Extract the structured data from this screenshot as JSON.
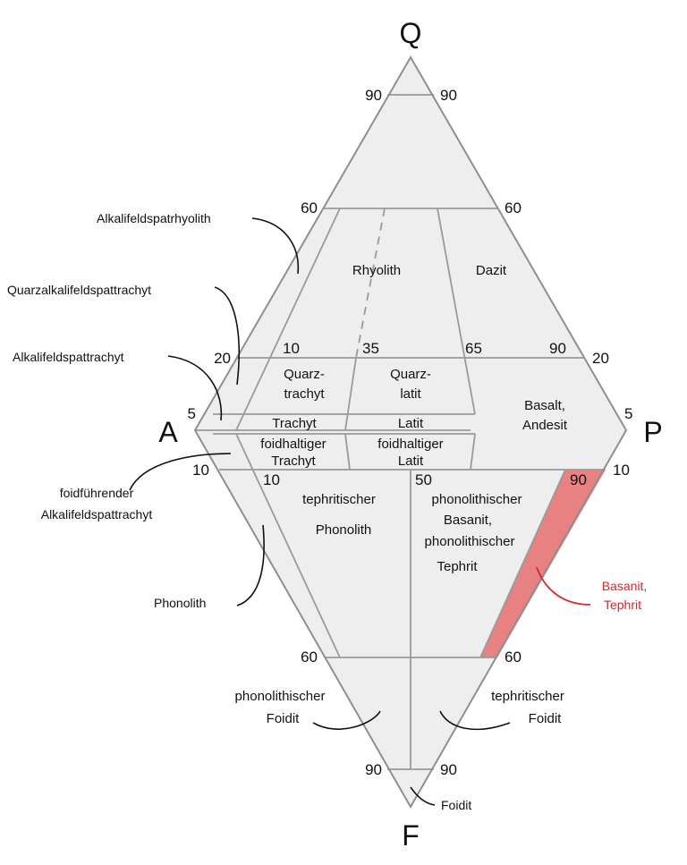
{
  "vertices": {
    "q": "Q",
    "a": "A",
    "p": "P",
    "f": "F"
  },
  "ticks": {
    "q90_left": "90",
    "q90_right": "90",
    "q60_left": "60",
    "q60_right": "60",
    "q20_left": "20",
    "q20_right": "20",
    "q5_left": "5",
    "q5_right": "5",
    "p10": "10",
    "p35": "35",
    "p65": "65",
    "p90": "90",
    "f10_left": "10",
    "f10_right": "10",
    "p10_lower": "10",
    "p50_lower": "50",
    "p90_lower": "90",
    "f60_left": "60",
    "f60_right": "60",
    "f90_left": "90",
    "f90_right": "90"
  },
  "fields": {
    "rhyolith": "Rhyolith",
    "dazit": "Dazit",
    "quarztrachyt": [
      "Quarz-",
      "trachyt"
    ],
    "quarzlatit": [
      "Quarz-",
      "latit"
    ],
    "basalt_andesit": [
      "Basalt,",
      "Andesit"
    ],
    "trachyt": "Trachyt",
    "latit": "Latit",
    "foid_trachyt": [
      "foidhaltiger",
      "Trachyt"
    ],
    "foid_latit": [
      "foidhaltiger",
      "Latit"
    ],
    "teph_phonolith": [
      "tephritischer",
      "Phonolith"
    ],
    "phon_basanit": [
      "phonolithischer",
      "Basanit,",
      "phonolithischer",
      "Tephrit"
    ],
    "phon_foidit": [
      "phonolithischer",
      "Foidit"
    ],
    "teph_foidit": [
      "tephritischer",
      "Foidit"
    ],
    "foidit": "Foidit"
  },
  "outside_labels": {
    "alkali_rhyolith": "Alkalifeldspatrhyolith",
    "quarz_alkali_trachyt": "Quarzalkalifeldspattrachyt",
    "alkali_trachyt": "Alkalifeldspattrachyt",
    "foid_alkali_trachyt": [
      "foidführender",
      "Alkalifeldspattrachyt"
    ],
    "phonolith": "Phonolith"
  },
  "highlight": {
    "label": [
      "Basanit,",
      "Tephrit"
    ],
    "fill_color": "#e88282",
    "label_color": "#d8262c"
  },
  "colors": {
    "field_fill": "#eeeeee",
    "line": "#8f8f8f"
  }
}
